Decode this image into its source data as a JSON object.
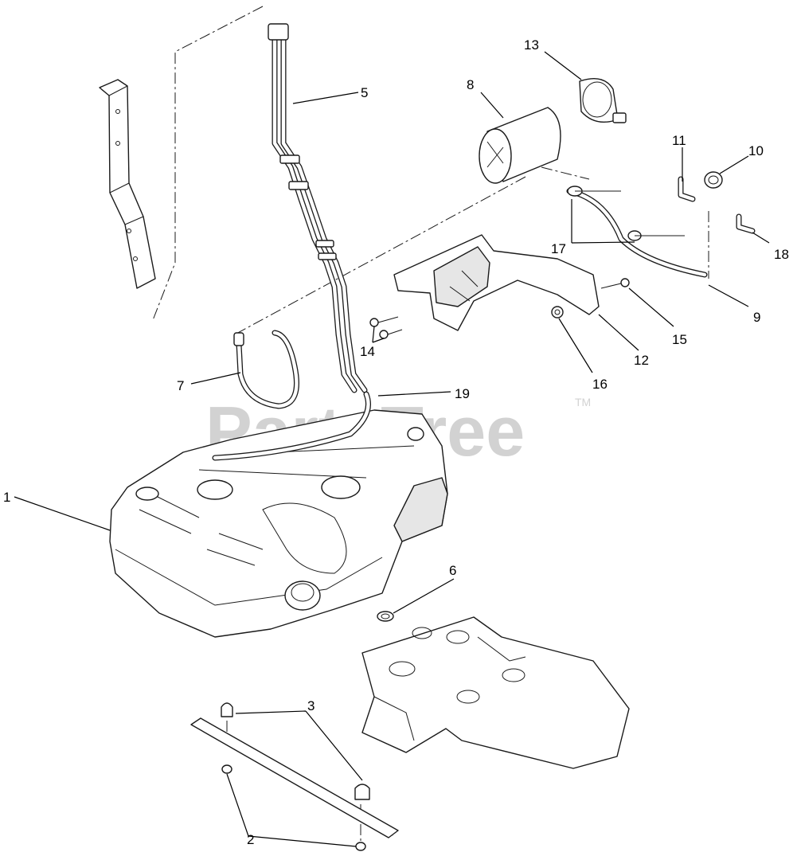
{
  "watermark": {
    "text": "PartsTree",
    "trademark": "TM"
  },
  "callouts": {
    "c1": "1",
    "c2": "2",
    "c3": "3",
    "c5": "5",
    "c6": "6",
    "c7": "7",
    "c8": "8",
    "c9": "9",
    "c10": "10",
    "c11": "11",
    "c12": "12",
    "c13": "13",
    "c14": "14",
    "c15": "15",
    "c16": "16",
    "c17": "17",
    "c18": "18",
    "c19": "19"
  }
}
